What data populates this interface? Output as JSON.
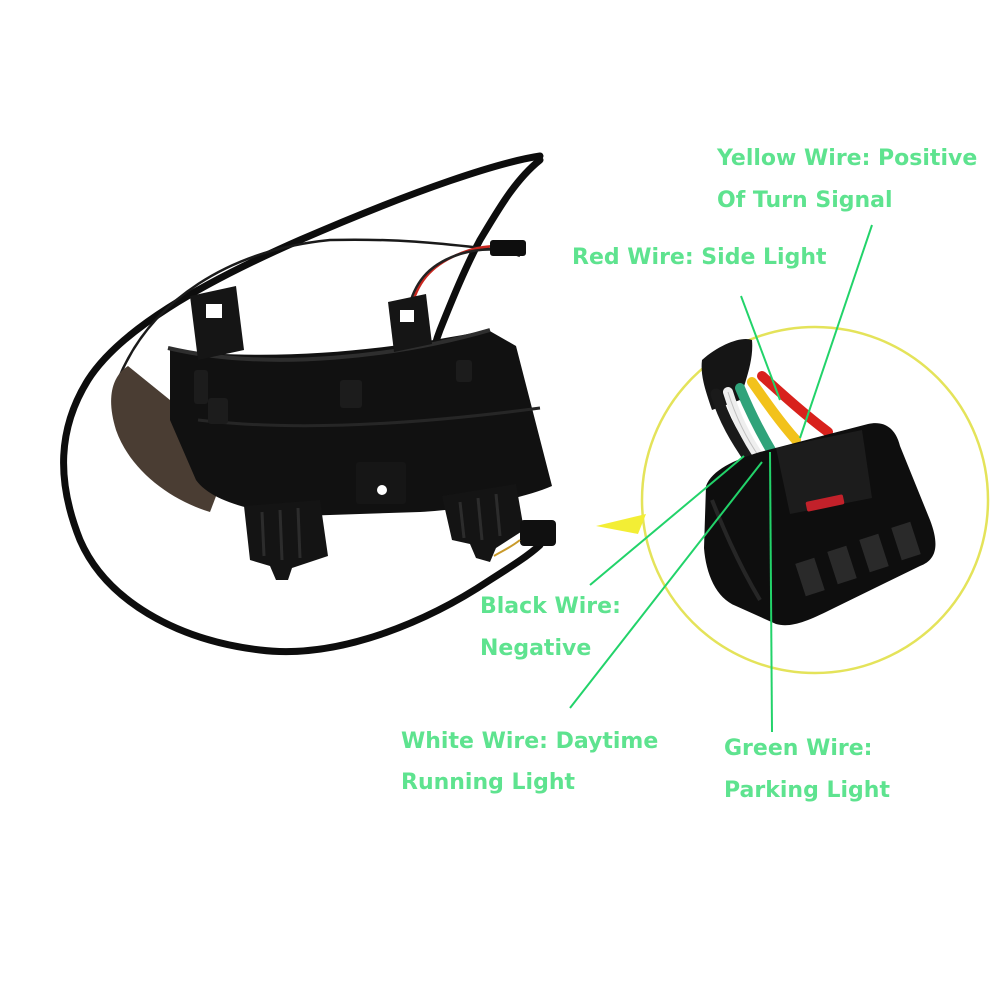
{
  "colors": {
    "label_text": "#5ee38f",
    "leader_line": "#22d36a",
    "magnifier_ring": "#e4e35a",
    "housing": "#111111",
    "lens": "#4a3d33",
    "cable": "#0d0d0d",
    "wire_yellow": "#f2c21b",
    "wire_red": "#d8211c",
    "wire_green": "#2fa37a",
    "wire_white": "#eeeeee",
    "wire_black": "#1a1a1a",
    "connector": "#0e0e0e",
    "connector_tag": "#c2212a"
  },
  "labels": {
    "yellow_wire": {
      "line1": "Yellow Wire: Positive",
      "line2": "Of Turn Signal"
    },
    "red_wire": {
      "line1": "Red Wire: Side Light"
    },
    "black_wire": {
      "line1": "Black Wire:",
      "line2": "Negative"
    },
    "white_wire": {
      "line1": "White Wire: Daytime",
      "line2": "Running Light"
    },
    "green_wire": {
      "line1": "Green Wire:",
      "line2": "Parking Light"
    }
  },
  "icons": {
    "product": "led-mirror-turn-signal-module",
    "zoom": "magnifier-circle",
    "connector": "5-pin-wire-connector"
  }
}
